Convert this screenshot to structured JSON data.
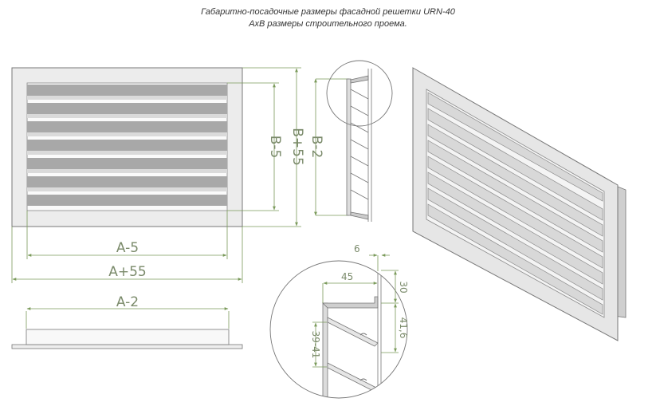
{
  "header": {
    "title": "Габаритно-посадочные размеры фасадной решетки URN-40",
    "subtitle": "АхВ размеры строительного проема."
  },
  "dimensions": {
    "a_minus_5": "A-5",
    "a_plus_55": "A+55",
    "a_minus_2": "A-2",
    "b_minus_5": "B-5",
    "b_plus_55": "B+55",
    "b_minus_2": "B-2",
    "d6": "6",
    "d45": "45",
    "d30": "30",
    "d41_6": "41,6",
    "d39_41": "39-41"
  },
  "colors": {
    "line": "#6b6b6b",
    "dim": "#7a9a5a",
    "slat_dark": "#9c9c9c",
    "slat_light": "#d4d4d4",
    "frame": "#e2e2e2"
  }
}
